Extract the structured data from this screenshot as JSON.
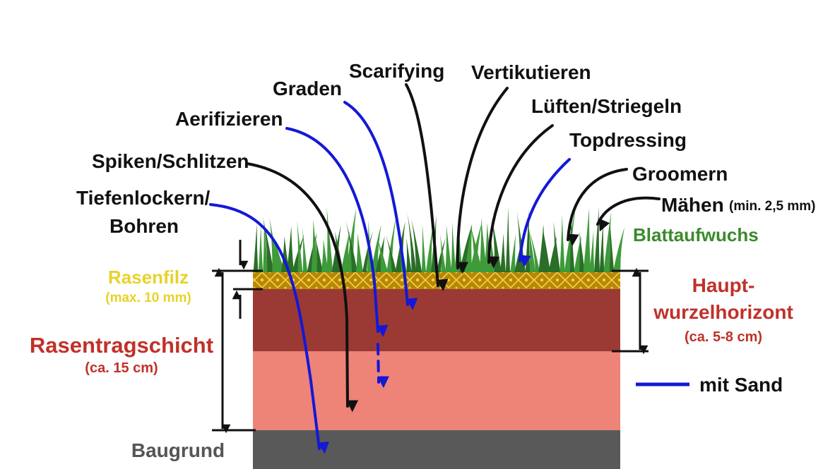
{
  "colors": {
    "background": "#ffffff",
    "grass": "#3f9a3a",
    "grass_dark": "#2a6e27",
    "thatch": "#b8860b",
    "thatch_pattern": "#f2d53c",
    "root_zone": "#9b3a34",
    "rootzone_lower": "#ee8378",
    "subsoil": "#595959",
    "arrow_black": "#111111",
    "arrow_blue": "#1418d6",
    "label_red": "#c0312a",
    "label_green": "#3a8a2c",
    "label_yellow": "#e8d22a",
    "label_gray": "#555555"
  },
  "operations": {
    "tiefenlockern": "Tiefenlockern/",
    "bohren": "Bohren",
    "spiken": "Spiken/Schlitzen",
    "aerifizieren": "Aerifizieren",
    "graden": "Graden",
    "scarifying": "Scarifying",
    "vertikutieren": "Vertikutieren",
    "lueften": "Lüften/Striegeln",
    "topdressing": "Topdressing",
    "groomern": "Groomern",
    "maehen": "Mähen",
    "maehen_note": "(min. 2,5 mm)"
  },
  "layers": {
    "blattaufwuchs": "Blattaufwuchs",
    "rasenfilz": "Rasenfilz",
    "rasenfilz_note": "(max. 10 mm)",
    "rasentragschicht": "Rasentragschicht",
    "rasentragschicht_note": "(ca. 15 cm)",
    "baugrund": "Baugrund",
    "haupt_line1": "Haupt-",
    "haupt_line2": "wurzelhorizont",
    "haupt_note": "(ca. 5-8 cm)"
  },
  "legend": {
    "sand_label": "mit Sand"
  }
}
